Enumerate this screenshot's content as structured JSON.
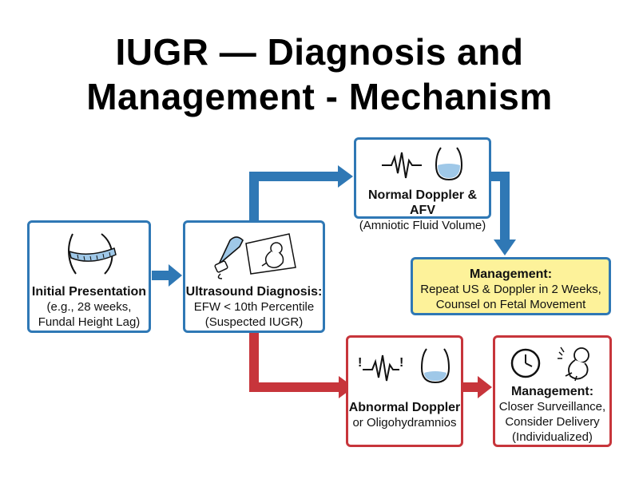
{
  "title": {
    "line1": "IUGR — Diagnosis and",
    "line2": "Management - Mechanism"
  },
  "nodes": {
    "initial": {
      "heading": "Initial Presentation",
      "line2": "(e.g., 28 weeks,",
      "line3": "Fundal Height Lag)",
      "icon": "measuring-tape-abdomen-icon"
    },
    "ultrasound": {
      "heading": "Ultrasound Diagnosis:",
      "line2": "EFW < 10th Percentile",
      "line3": "(Suspected IUGR)",
      "icon": "ultrasound-fetus-icon"
    },
    "normal": {
      "heading": "Normal Doppler & AFV",
      "line2": "(Amniotic Fluid Volume)",
      "icons": [
        "doppler-waveform-icon",
        "amniotic-fluid-icon"
      ]
    },
    "management_normal": {
      "heading": "Management:",
      "line2": "Repeat US & Doppler in 2 Weeks,",
      "line3": "Counsel on Fetal Movement"
    },
    "abnormal": {
      "heading": "Abnormal Doppler",
      "line2": "or Oligohydramnios",
      "icons": [
        "abnormal-doppler-waveform-icon",
        "low-fluid-icon"
      ]
    },
    "management_abnormal": {
      "heading": "Management:",
      "line2": "Closer Surveillance,",
      "line3": "Consider Delivery",
      "line4": "(Individualized)",
      "icons": [
        "clock-icon",
        "fetus-icon"
      ]
    }
  },
  "colors": {
    "normal_path": "#2f78b5",
    "abnormal_path": "#c7353b",
    "management_fill": "#fdf29a"
  }
}
